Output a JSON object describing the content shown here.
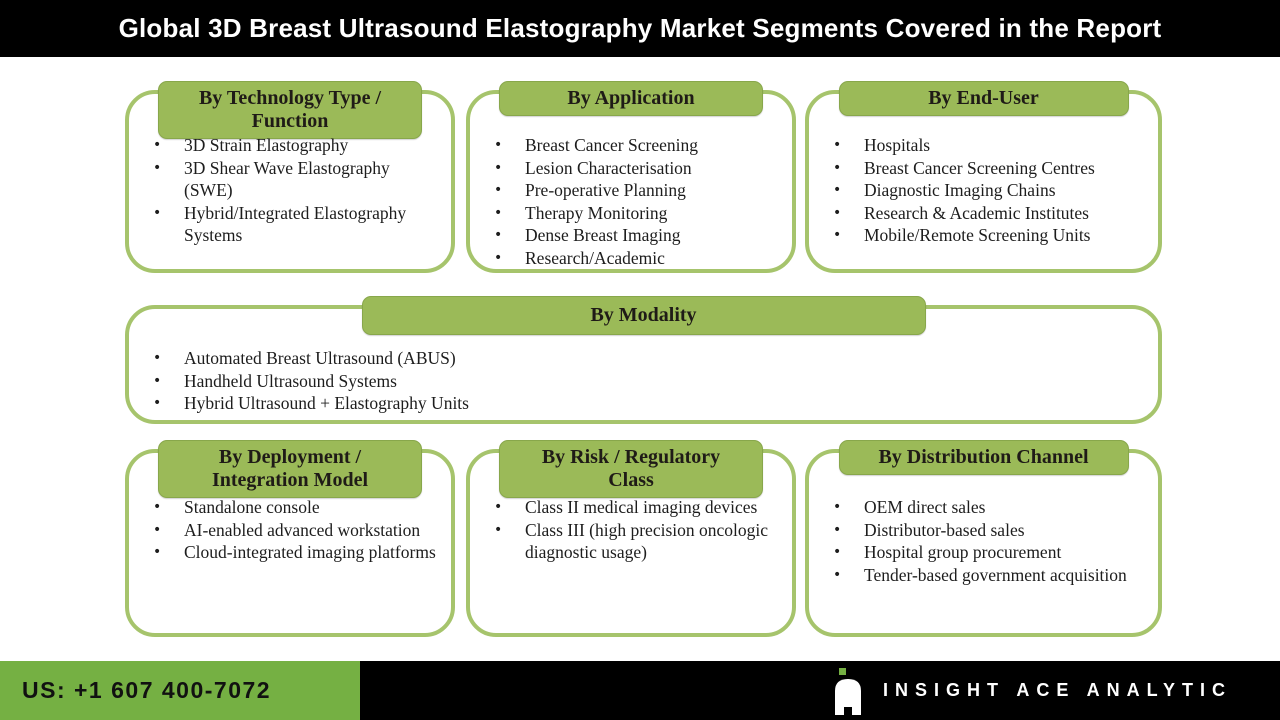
{
  "title": "Global 3D Breast Ultrasound Elastography Market Segments Covered in the Report",
  "segments": [
    {
      "header": "By Technology Type / Function",
      "items": [
        "3D Strain Elastography",
        "3D Shear Wave Elastography (SWE)",
        "Hybrid/Integrated Elastography Systems"
      ]
    },
    {
      "header": "By Application",
      "items": [
        "Breast Cancer Screening",
        "Lesion Characterisation",
        "Pre-operative Planning",
        "Therapy Monitoring",
        "Dense Breast Imaging",
        "Research/Academic"
      ]
    },
    {
      "header": "By End-User",
      "items": [
        "Hospitals",
        "Breast Cancer Screening Centres",
        "Diagnostic Imaging Chains",
        "Research & Academic Institutes",
        "Mobile/Remote Screening Units"
      ]
    },
    {
      "header": "By Modality",
      "items": [
        "Automated Breast Ultrasound (ABUS)",
        "Handheld Ultrasound Systems",
        "Hybrid Ultrasound + Elastography Units"
      ]
    },
    {
      "header": "By Deployment / Integration Model",
      "items": [
        "Standalone console",
        "AI-enabled advanced workstation",
        "Cloud-integrated imaging platforms"
      ]
    },
    {
      "header": "By Risk / Regulatory Class",
      "items": [
        "Class II medical imaging devices",
        "Class III (high precision oncologic diagnostic usage)"
      ]
    },
    {
      "header": "By Distribution Channel",
      "items": [
        "OEM direct sales",
        "Distributor-based sales",
        "Hospital group procurement",
        "Tender-based government acquisition"
      ]
    }
  ],
  "footer": {
    "phone": "US: +1 607 400-7072",
    "brand": "INSIGHT ACE ANALYTIC"
  },
  "colors": {
    "title_bar": "#000000",
    "title_text": "#ffffff",
    "pill_green": "#9bba58",
    "box_border_green": "#a6c46c",
    "body_text": "#1d1d1d",
    "footer_green": "#75b043",
    "footer_black": "#000000",
    "logo_dot_green": "#75b043"
  }
}
